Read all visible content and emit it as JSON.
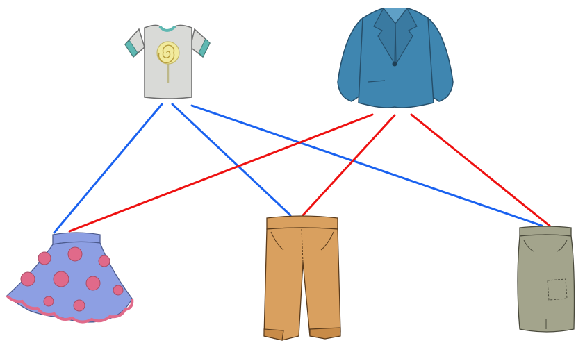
{
  "garments": {
    "tops": [
      {
        "id": "tshirt",
        "icon": "tshirt-icon",
        "body_color": "#d9dad7",
        "trim_color": "#5fb8b2",
        "print": "lollipop"
      },
      {
        "id": "blazer",
        "icon": "blazer-icon",
        "body_color": "#3f86b0",
        "outline_color": "#264f6b"
      }
    ],
    "bottoms": [
      {
        "id": "polka-skirt",
        "icon": "polka-skirt-icon",
        "body_color": "#8d9fe3",
        "dot_color": "#e06a8a",
        "hem_color": "#e06a8a"
      },
      {
        "id": "trousers",
        "icon": "trousers-icon",
        "body_color": "#d9a05f",
        "outline_color": "#5a3b1c"
      },
      {
        "id": "pencil-skirt",
        "icon": "pencil-skirt-icon",
        "body_color": "#a3a48c",
        "outline_color": "#4a4a3c"
      }
    ]
  },
  "connections": [
    {
      "from": "tshirt",
      "to": "polka-skirt",
      "color": "#1a62f0"
    },
    {
      "from": "tshirt",
      "to": "trousers",
      "color": "#1a62f0"
    },
    {
      "from": "tshirt",
      "to": "pencil-skirt",
      "color": "#1a62f0"
    },
    {
      "from": "blazer",
      "to": "polka-skirt",
      "color": "#ee1111"
    },
    {
      "from": "blazer",
      "to": "trousers",
      "color": "#ee1111"
    },
    {
      "from": "blazer",
      "to": "pencil-skirt",
      "color": "#ee1111"
    }
  ]
}
